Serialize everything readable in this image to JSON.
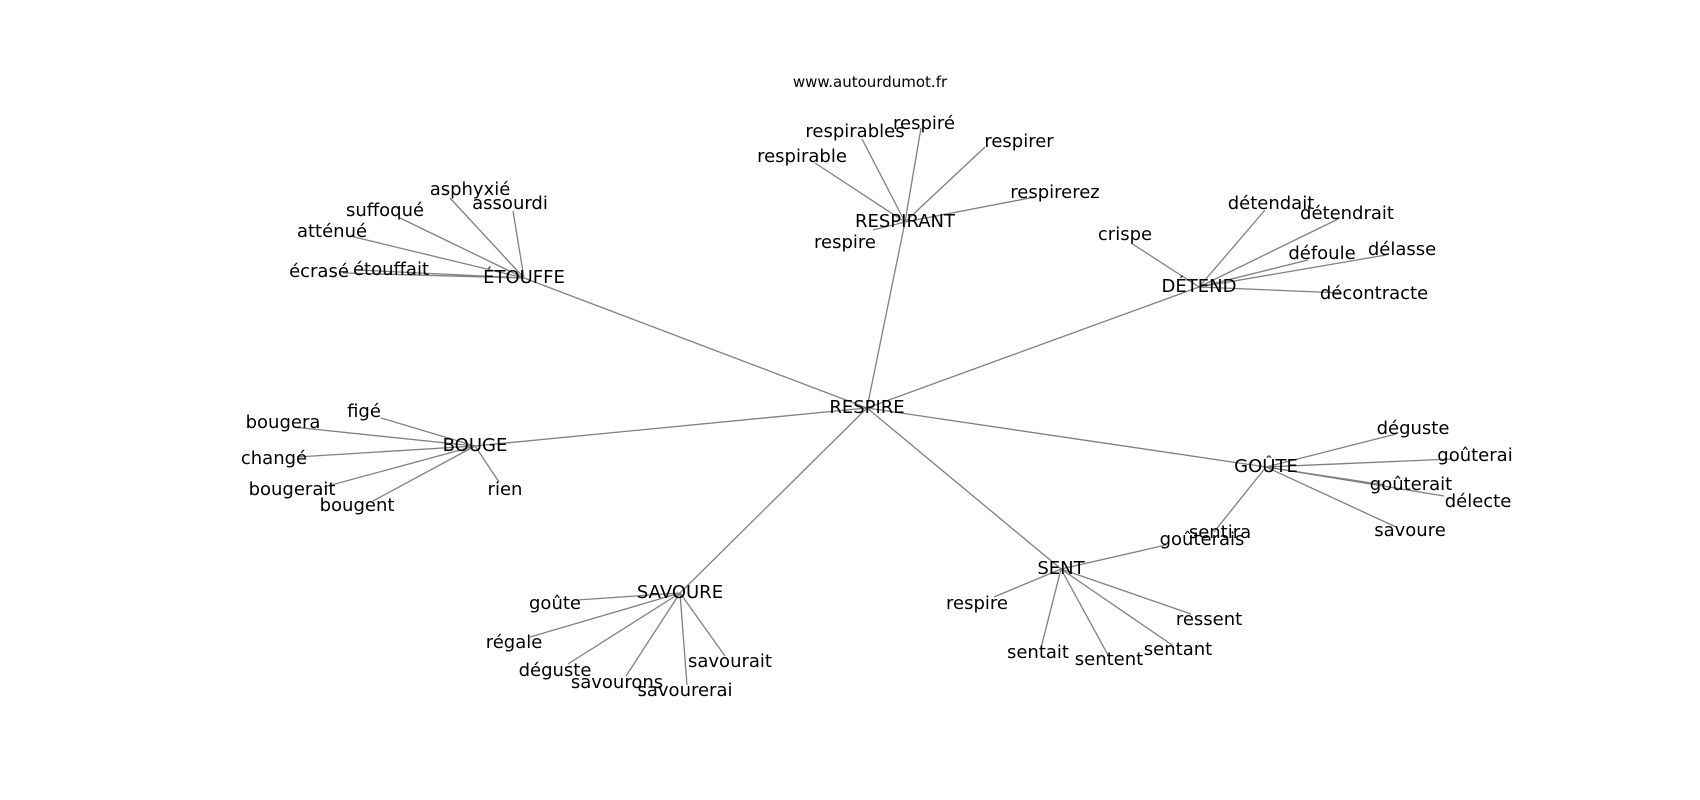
{
  "source": "www.autourdumot.fr",
  "root": "RESPIRE",
  "clusters": [
    {
      "id": "respirant",
      "label": "RESPIRANT",
      "words": [
        "respirables",
        "respiré",
        "respirer",
        "respirable",
        "respirerez",
        "respire"
      ]
    },
    {
      "id": "etouffe",
      "label": "ÉTOUFFE",
      "words": [
        "asphyxié",
        "suffoqué",
        "assourdi",
        "atténué",
        "écrasé",
        "étouffait"
      ]
    },
    {
      "id": "detend",
      "label": "DÉTEND",
      "words": [
        "détendait",
        "détendrait",
        "crispe",
        "défoule",
        "délasse",
        "décontracte"
      ]
    },
    {
      "id": "bouge",
      "label": "BOUGE",
      "words": [
        "figé",
        "bougera",
        "changé",
        "bougerait",
        "bougent",
        "rien"
      ]
    },
    {
      "id": "goute",
      "label": "GOÛTE",
      "words": [
        "déguste",
        "goûterai",
        "goûterait",
        "délecte",
        "savoure",
        "goûterais"
      ]
    },
    {
      "id": "sent",
      "label": "SENT",
      "words": [
        "sentira",
        "respire",
        "ressent",
        "sentant",
        "sentent",
        "sentait"
      ]
    },
    {
      "id": "savoure",
      "label": "SAVOURE",
      "words": [
        "goûte",
        "régale",
        "déguste",
        "savourons",
        "savourerai",
        "savourait"
      ]
    }
  ]
}
